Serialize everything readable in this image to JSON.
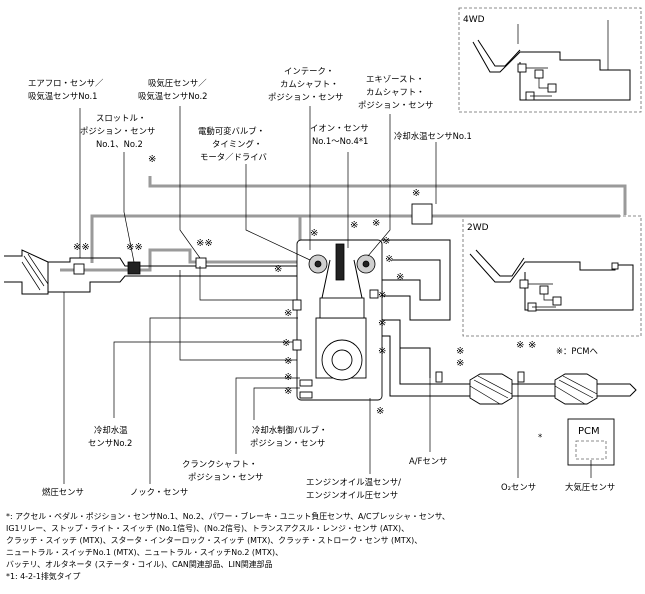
{
  "labels": {
    "maf": [
      "エアフロ・センサ／",
      "吸気温センサNo.1"
    ],
    "map": [
      "吸気圧センサ／",
      "吸気温センサNo.2"
    ],
    "tps": [
      "スロットル・",
      "ポジション・センサ",
      "No.1、No.2"
    ],
    "vvt": [
      "電動可変バルブ・",
      "タイミング・",
      "モータ／ドライバ"
    ],
    "intake_cam": [
      "インテーク・",
      "カムシャフト・",
      "ポジション・センサ"
    ],
    "ion": [
      "イオン・センサ",
      "No.1～No.4*1"
    ],
    "exhaust_cam": [
      "エキゾースト・",
      "カムシャフト・",
      "ポジション・センサ"
    ],
    "ect1": [
      "冷却水温センサNo.1"
    ],
    "ect2": [
      "冷却水温",
      "センサNo.2"
    ],
    "coolant_valve": [
      "冷却水制御バルブ・",
      "ポジション・センサ"
    ],
    "ckp": [
      "クランクシャフト・",
      "ポジション・センサ"
    ],
    "oil": [
      "エンジンオイル温センサ/",
      "エンジンオイル圧センサ"
    ],
    "af": [
      "A/Fセンサ"
    ],
    "o2": [
      "O₂センサ"
    ],
    "baro": [
      "大気圧センサ"
    ],
    "fuel_pressure": [
      "燃圧センサ"
    ],
    "knock": [
      "ノック・センサ"
    ],
    "pcm_legend": "※：PCMへ",
    "four_wd": "4WD",
    "two_wd": "2WD",
    "pcm": "PCM",
    "star": "*"
  },
  "footnotes": [
    "*: アクセル・ペダル・ポジション・センサNo.1、No.2、パワー・ブレーキ・ユニット負圧センサ、A/Cプレッシャ・センサ、",
    "IG1リレー、ストップ・ライト・スイッチ (No.1信号)、(No.2信号)、トランスアクスル・レンジ・センサ (ATX)、",
    "クラッチ・スイッチ (MTX)、スタータ・インターロック・スイッチ (MTX)、クラッチ・ストローク・センサ (MTX)、",
    "ニュートラル・スイッチNo.1 (MTX)、ニュートラル・スイッチNo.2 (MTX)、",
    "バッテリ、オルタネータ (ステータ・コイル)、CAN関連部品、LIN関連部品",
    "*1: 4-2-1排気タイプ"
  ]
}
